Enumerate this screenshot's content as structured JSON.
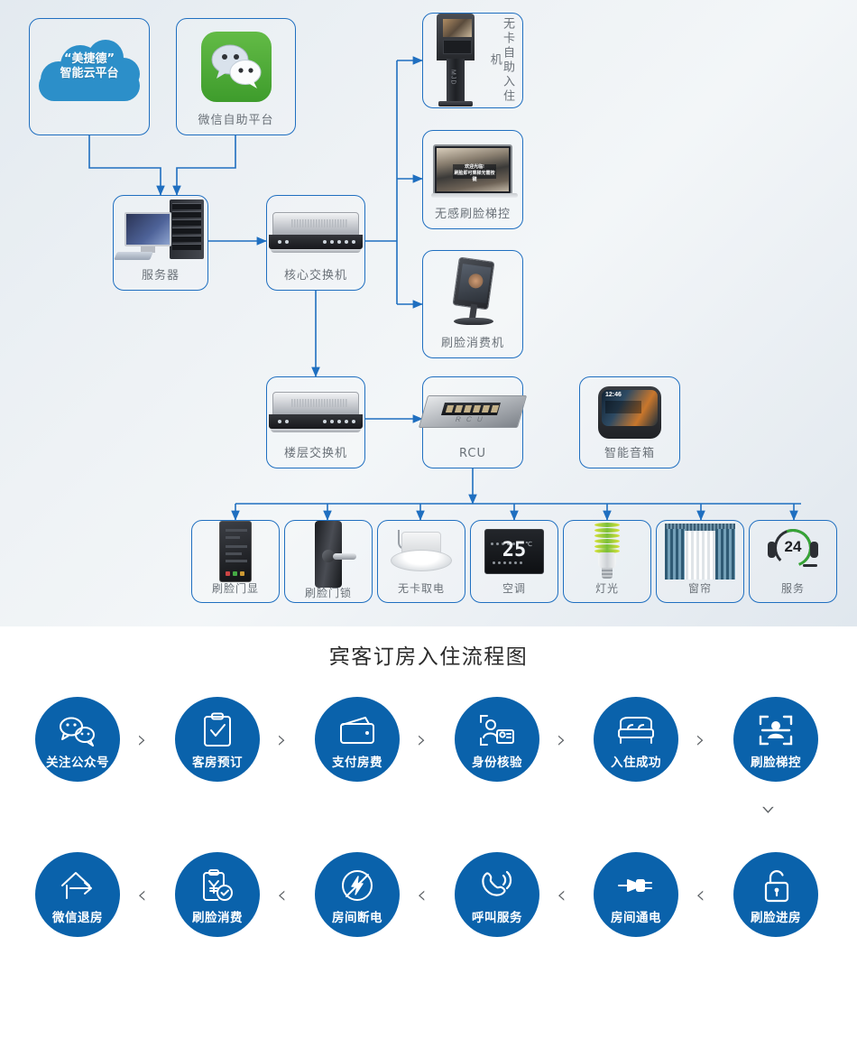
{
  "topology": {
    "nodes": [
      {
        "id": "cloud",
        "label": "“美捷德”\n智能云平台",
        "caption": "",
        "icon": "cloud-icon"
      },
      {
        "id": "wechat",
        "caption": "微信自助平台",
        "icon": "wechat-icon"
      },
      {
        "id": "server",
        "caption": "服务器",
        "icon": "server-icon"
      },
      {
        "id": "coreswitch",
        "caption": "核心交换机",
        "icon": "switch-icon"
      },
      {
        "id": "kiosk",
        "caption": "无卡自助入住机",
        "icon": "self-checkin-kiosk-icon"
      },
      {
        "id": "elevator",
        "caption": "无感刷脸梯控",
        "icon": "elevator-screen-icon"
      },
      {
        "id": "posface",
        "caption": "刷脸消费机",
        "icon": "face-pos-icon"
      },
      {
        "id": "floorswitch",
        "caption": "楼层交换机",
        "icon": "switch-icon"
      },
      {
        "id": "rcu",
        "caption": "RCU",
        "icon": "rcu-icon"
      },
      {
        "id": "speaker",
        "caption": "智能音箱",
        "icon": "smart-speaker-icon"
      }
    ],
    "room_devices": [
      {
        "caption": "刷脸门显",
        "icon": "door-display-icon"
      },
      {
        "caption": "刷脸门锁",
        "icon": "door-lock-icon"
      },
      {
        "caption": "无卡取电",
        "icon": "ceiling-power-icon"
      },
      {
        "caption": "空调",
        "icon": "thermostat-icon",
        "display_value": "25"
      },
      {
        "caption": "灯光",
        "icon": "lamp-icon"
      },
      {
        "caption": "窗帘",
        "icon": "curtain-icon"
      },
      {
        "caption": "服务",
        "icon": "service-24-icon",
        "display_value": "24"
      }
    ],
    "line_color": "#1f6fc0"
  },
  "flow": {
    "title": "宾客订房入住流程图",
    "accent_color": "#0a62ab",
    "chevron_color": "#5b5f63",
    "row1": [
      {
        "label": "关注公众号",
        "icon": "wechat-icon"
      },
      {
        "label": "客房预订",
        "icon": "clipboard-check-icon"
      },
      {
        "label": "支付房费",
        "icon": "wallet-icon"
      },
      {
        "label": "身份核验",
        "icon": "id-verify-icon"
      },
      {
        "label": "入住成功",
        "icon": "bed-icon"
      },
      {
        "label": "刷脸梯控",
        "icon": "face-scan-icon"
      }
    ],
    "row2": [
      {
        "label": "微信退房",
        "icon": "checkout-home-icon"
      },
      {
        "label": "刷脸消费",
        "icon": "payment-yuan-icon"
      },
      {
        "label": "房间断电",
        "icon": "power-off-icon"
      },
      {
        "label": "呼叫服务",
        "icon": "phone-call-icon"
      },
      {
        "label": "房间通电",
        "icon": "plug-icon"
      },
      {
        "label": "刷脸进房",
        "icon": "unlock-icon"
      }
    ],
    "row1_separator": "›",
    "row2_separator": "‹",
    "row_link": "⌄"
  }
}
